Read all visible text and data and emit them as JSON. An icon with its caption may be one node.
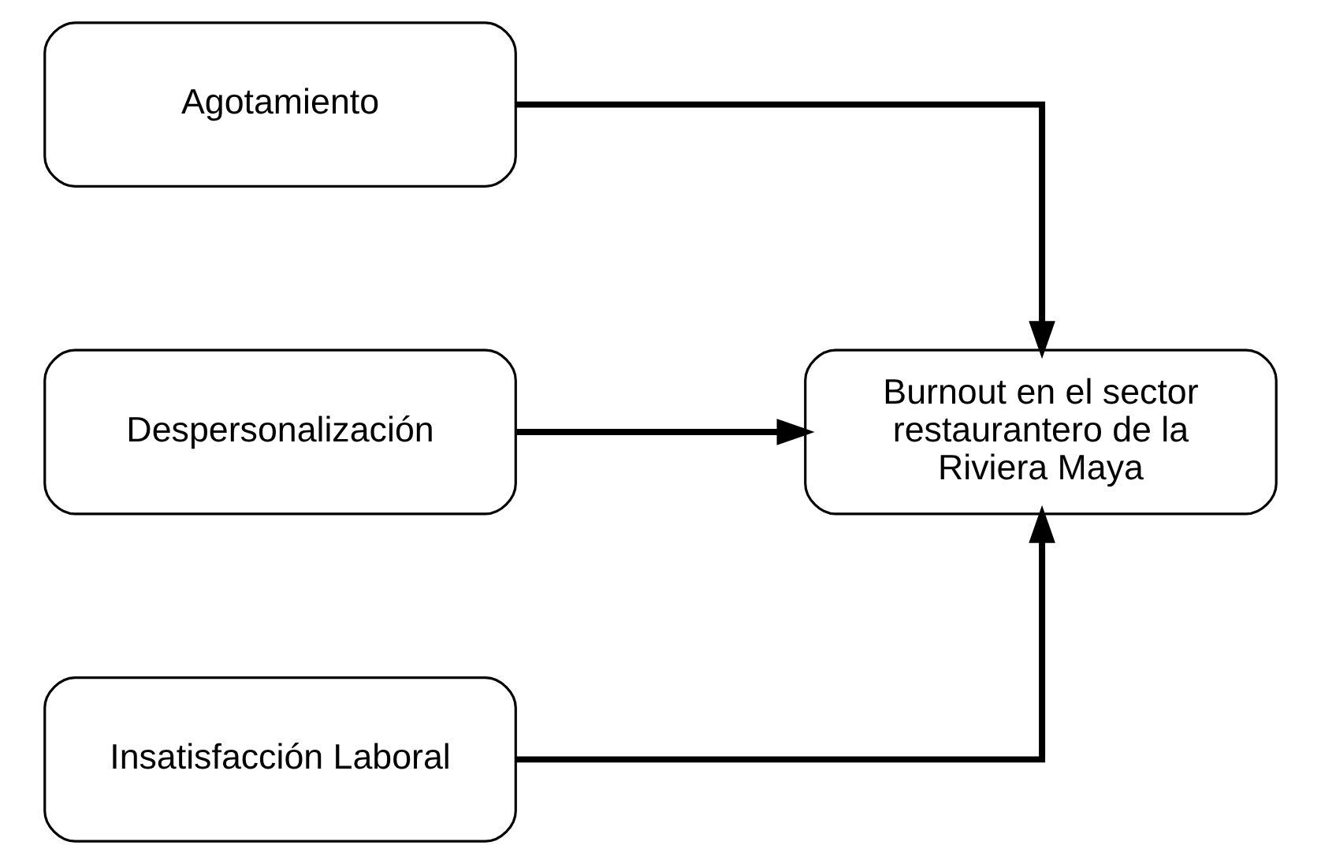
{
  "diagram": {
    "nodes": [
      {
        "text": [
          "Agotamiento"
        ]
      },
      {
        "text": [
          "Despersonalización"
        ]
      },
      {
        "text": [
          "Insatisfacción Laboral"
        ]
      },
      {
        "text": [
          "Burnout en el sector restaurantero de la Riviera Maya"
        ]
      }
    ],
    "edges": [
      {
        "from": 0,
        "to": 3,
        "arrow": "to"
      },
      {
        "from": 1,
        "to": 3,
        "arrow": "to"
      },
      {
        "from": 2,
        "to": 3,
        "arrow": "to"
      }
    ]
  }
}
